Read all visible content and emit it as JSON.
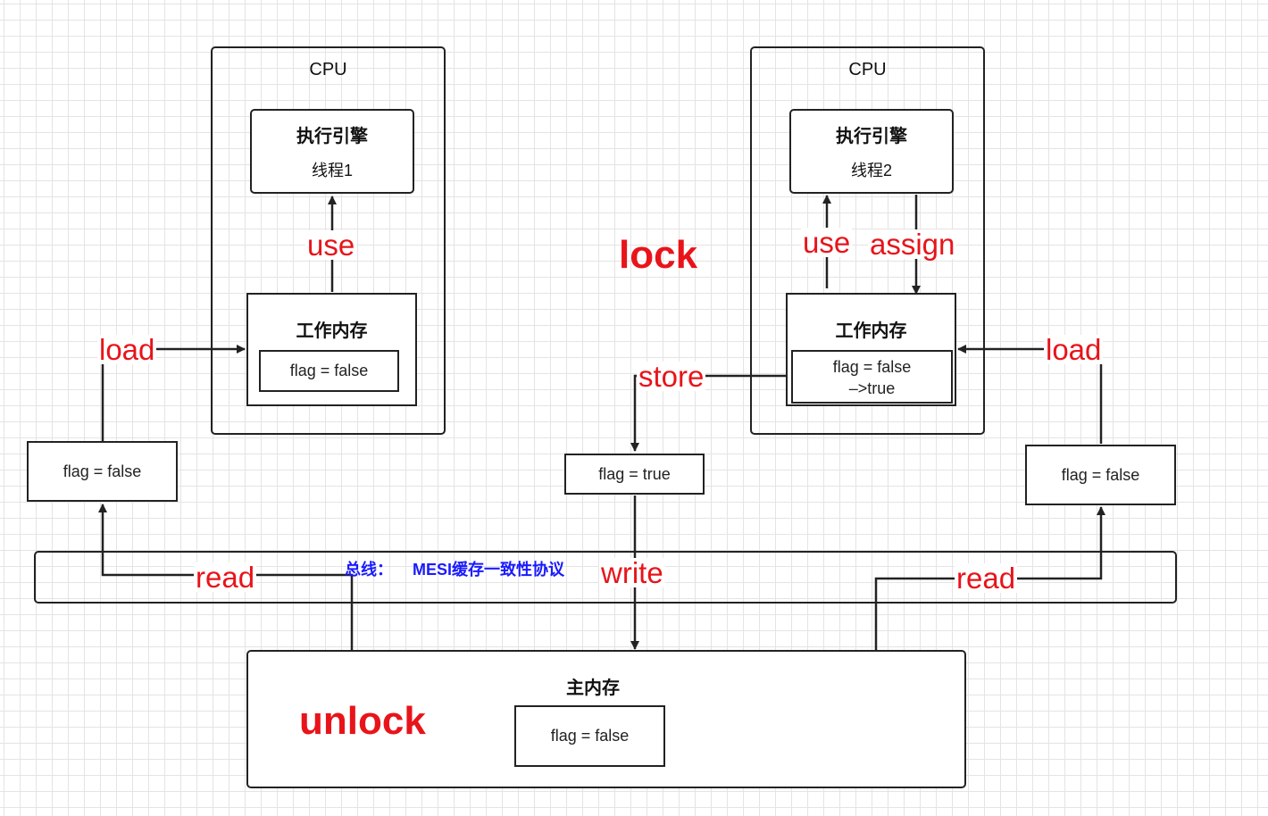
{
  "cpu1": {
    "title": "CPU",
    "engine_title": "执行引擎",
    "thread": "线程1",
    "working_memory_title": "工作内存",
    "working_value": "flag = false"
  },
  "cpu2": {
    "title": "CPU",
    "engine_title": "执行引擎",
    "thread": "线程2",
    "working_memory_title": "工作内存",
    "working_value_line1": "flag = false",
    "working_value_line2": "–>true"
  },
  "transfer_boxes": {
    "left": "flag = false",
    "middle": "flag = true",
    "right": "flag = false"
  },
  "bus": {
    "label_prefix": "总线：",
    "label_protocol": "MESI缓存一致性协议"
  },
  "main_memory": {
    "title": "主内存",
    "value": "flag = false"
  },
  "operations": {
    "use_left": "use",
    "use_right": "use",
    "assign": "assign",
    "load_left": "load",
    "load_right": "load",
    "store": "store",
    "write": "write",
    "read_left": "read",
    "read_right": "read",
    "lock": "lock",
    "unlock": "unlock"
  },
  "colors": {
    "operation_text": "#e8141a",
    "bus_text": "#1a1aff",
    "border": "#222222"
  }
}
